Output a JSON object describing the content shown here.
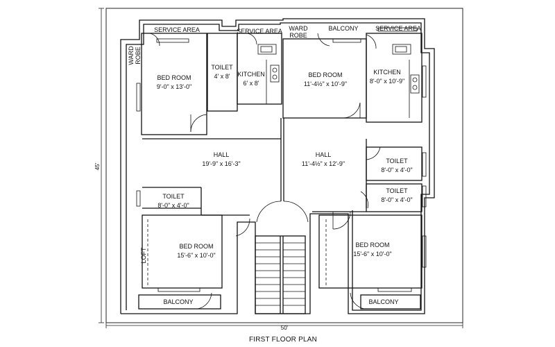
{
  "plan": {
    "title": "FIRST FLOOR PLAN",
    "overall_width": "50'",
    "overall_depth": "45'",
    "rooms": [
      {
        "id": "service-area-1",
        "name": "SERVICE AREA",
        "size": ""
      },
      {
        "id": "ward-robe-1",
        "name": "WARD ROBE",
        "size": ""
      },
      {
        "id": "bed-room-1",
        "name": "BED ROOM",
        "size": "9'-0\" x 13'-0\""
      },
      {
        "id": "toilet-1",
        "name": "TOILET",
        "size": "4' x 8'"
      },
      {
        "id": "service-area-2",
        "name": "SERVICE AREA",
        "size": ""
      },
      {
        "id": "kitchen-1",
        "name": "KITCHEN",
        "size": "6' x 8'"
      },
      {
        "id": "ward-robe-2",
        "name": "WARD ROBE",
        "size": ""
      },
      {
        "id": "balcony-1",
        "name": "BALCONY",
        "size": ""
      },
      {
        "id": "bed-room-2",
        "name": "BED ROOM",
        "size": "11'-4½\" x 10'-9\""
      },
      {
        "id": "service-area-3",
        "name": "SERVICE AREA",
        "size": ""
      },
      {
        "id": "kitchen-2",
        "name": "KITCHEN",
        "size": "8'-0\" x 10'-9\""
      },
      {
        "id": "hall-1",
        "name": "HALL",
        "size": "19'-9\" x 16'-3\""
      },
      {
        "id": "hall-2",
        "name": "HALL",
        "size": "11'-4½\" x 12'-9\""
      },
      {
        "id": "toilet-2",
        "name": "TOILET",
        "size": "8'-0\" x 4'-0\""
      },
      {
        "id": "toilet-3",
        "name": "TOILET",
        "size": "8'-0\" x 4'-0\""
      },
      {
        "id": "toilet-4",
        "name": "TOILET",
        "size": "8'-0\" x 4'-0\""
      },
      {
        "id": "bed-room-3",
        "name": "BED ROOM",
        "size": "15'-6\" x 10'-0\""
      },
      {
        "id": "loft-1",
        "name": "LOFT",
        "size": ""
      },
      {
        "id": "bed-room-4",
        "name": "BED ROOM",
        "size": "15'-6\" x 10'-0\""
      },
      {
        "id": "balcony-2",
        "name": "BALCONY",
        "size": ""
      },
      {
        "id": "balcony-3",
        "name": "BALCONY",
        "size": ""
      }
    ]
  }
}
